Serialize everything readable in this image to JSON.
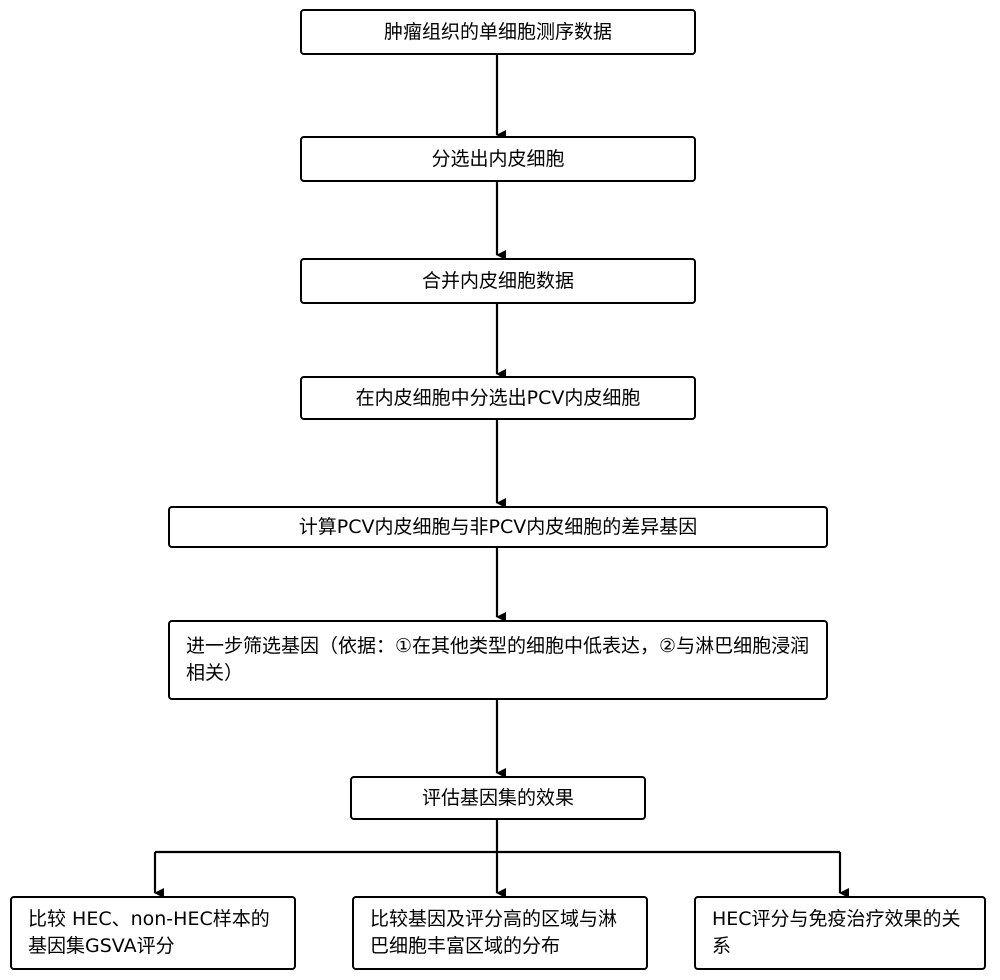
{
  "flowchart": {
    "steps": [
      "肿瘤组织的单细胞测序数据",
      "分选出内皮细胞",
      "合并内皮细胞数据",
      "在内皮细胞中分选出PCV内皮细胞",
      "计算PCV内皮细胞与非PCV内皮细胞的差异基因",
      "进一步筛选基因（依据：①在其他类型的细胞中低表达，②与淋巴细胞浸润相关）",
      "评估基因集的效果"
    ],
    "branches": [
      "比较 HEC、non-HEC样本的基因集GSVA评分",
      "比较基因及评分高的区域与淋巴细胞丰富区域的分布",
      "HEC评分与免疫治疗效果的关系"
    ]
  }
}
